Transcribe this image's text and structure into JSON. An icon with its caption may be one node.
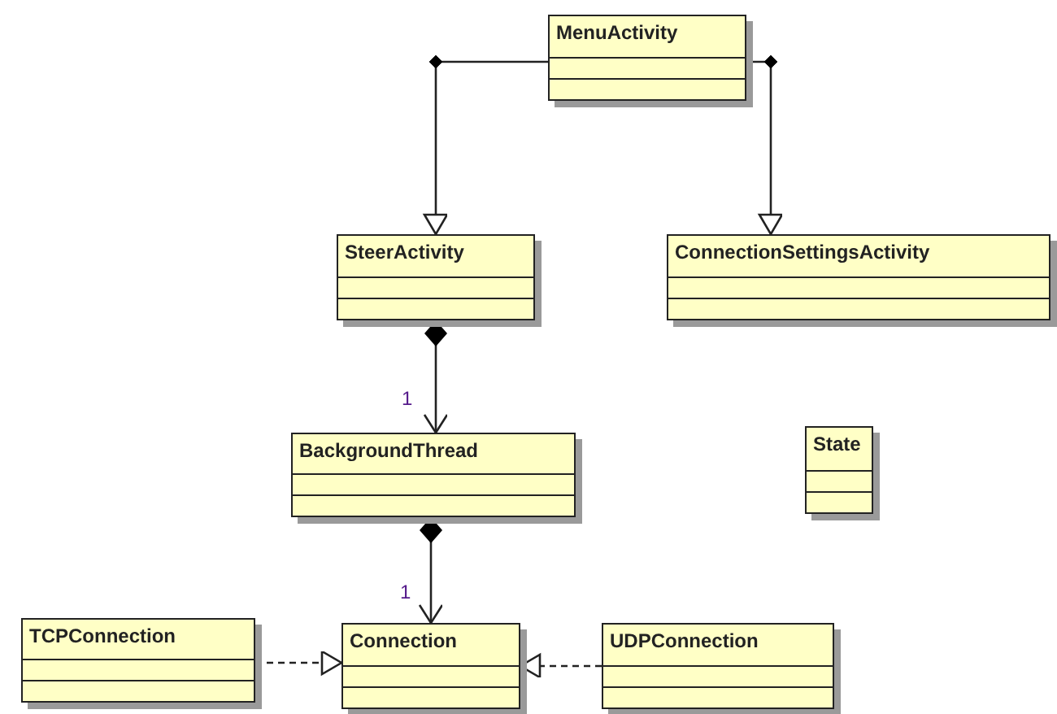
{
  "diagram": {
    "nodes": [
      {
        "text": [
          "MenuActivity"
        ]
      },
      {
        "text": [
          "SteerActivity"
        ]
      },
      {
        "text": [
          "ConnectionSettingsActivity"
        ]
      },
      {
        "text": [
          "BackgroundThread"
        ]
      },
      {
        "text": [
          "State"
        ]
      },
      {
        "text": [
          "TCPConnection"
        ]
      },
      {
        "text": [
          "Connection"
        ]
      },
      {
        "text": [
          "UDPConnection"
        ]
      }
    ],
    "edges": [
      {
        "from": 0,
        "to": 1,
        "arrow": "to"
      },
      {
        "from": 0,
        "to": 2,
        "arrow": "to"
      },
      {
        "from": 1,
        "to": 3,
        "arrow": "to",
        "label": "1"
      },
      {
        "from": 3,
        "to": 6,
        "arrow": "to",
        "label": "1"
      },
      {
        "from": 5,
        "to": 6,
        "arrow": "to",
        "style": "dashed"
      },
      {
        "from": 7,
        "to": 6,
        "arrow": "to",
        "style": "dashed"
      }
    ]
  }
}
